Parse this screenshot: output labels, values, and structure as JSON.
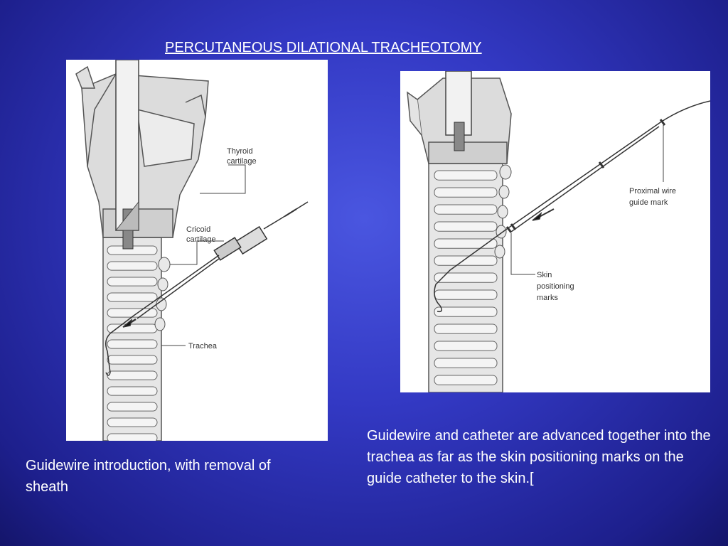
{
  "slide": {
    "title": "PERCUTANEOUS DILATIONAL TRACHEOTOMY"
  },
  "figures": {
    "left": {
      "labels": {
        "thyroid_1": "Thyroid",
        "thyroid_2": "cartilage",
        "cricoid_1": "Cricoid",
        "cricoid_2": "cartilage",
        "trachea": "Trachea"
      },
      "caption": "Guidewire introduction, with removal of sheath"
    },
    "right": {
      "labels": {
        "proximal_1": "Proximal wire",
        "proximal_2": "guide mark",
        "skin_1": "Skin",
        "skin_2": "positioning",
        "skin_3": "marks"
      },
      "caption": "Guidewire and catheter are advanced together into the trachea as far as the skin positioning marks on the guide catheter to the skin.["
    }
  }
}
